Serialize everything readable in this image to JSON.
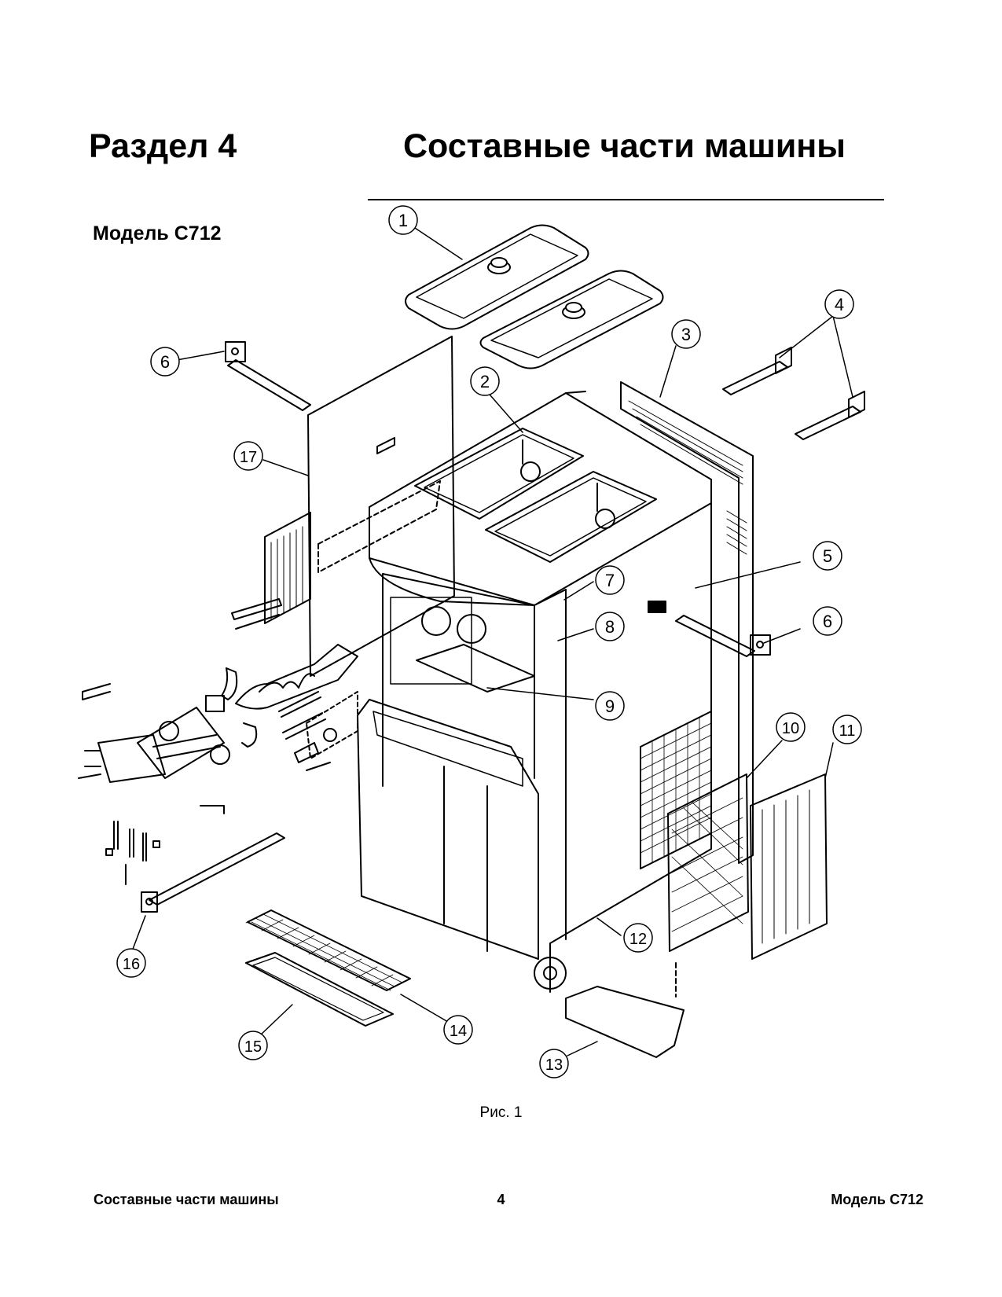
{
  "header": {
    "section_label": "Раздел 4",
    "section_title": "Составные части машины",
    "model_label": "Модель C712"
  },
  "figure": {
    "caption": "Рис. 1",
    "callouts": [
      "1",
      "2",
      "3",
      "4",
      "5",
      "6",
      "6",
      "7",
      "8",
      "9",
      "10",
      "11",
      "12",
      "13",
      "14",
      "15",
      "16",
      "17"
    ]
  },
  "footer": {
    "left": "Составные части машины",
    "page_number": "4",
    "right": "Модель C712"
  }
}
